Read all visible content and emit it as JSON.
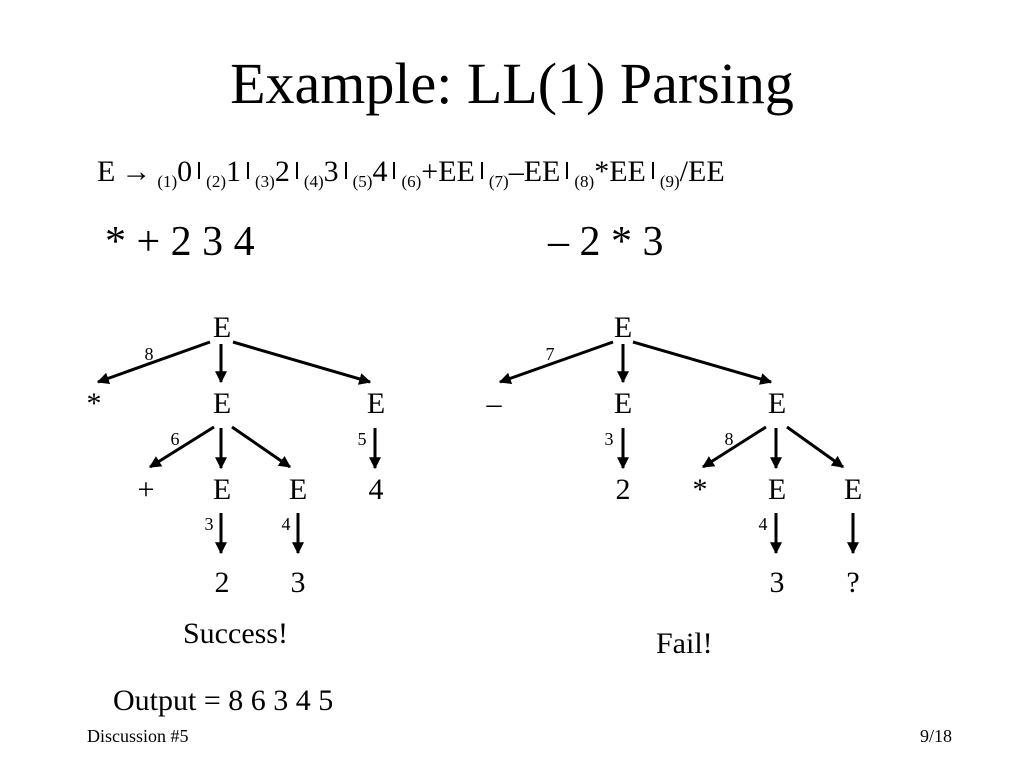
{
  "title": "Example: LL(1) Parsing",
  "grammar": {
    "lhs": "E",
    "arrow": "→",
    "productions": [
      {
        "num": "(1)",
        "rhs": "0"
      },
      {
        "num": "(2)",
        "rhs": "1"
      },
      {
        "num": "(3)",
        "rhs": "2"
      },
      {
        "num": "(4)",
        "rhs": "3"
      },
      {
        "num": "(5)",
        "rhs": "4"
      },
      {
        "num": "(6)",
        "rhs": "+EE"
      },
      {
        "num": "(7)",
        "rhs": "–EE"
      },
      {
        "num": "(8)",
        "rhs": "*EE"
      },
      {
        "num": "(9)",
        "rhs": "/EE"
      }
    ]
  },
  "inputs": {
    "left": "* + 2 3 4",
    "right": "– 2 * 3"
  },
  "trees": {
    "left": {
      "nodes": [
        "E",
        "*",
        "E",
        "E",
        "+",
        "E",
        "E",
        "4",
        "2",
        "3"
      ],
      "rule_labels": [
        "8",
        "6",
        "5",
        "3",
        "4"
      ],
      "result": "Success!"
    },
    "right": {
      "nodes": [
        "E",
        "–",
        "E",
        "E",
        "2",
        "*",
        "E",
        "E",
        "3",
        "?"
      ],
      "rule_labels": [
        "7",
        "3",
        "8",
        "4"
      ],
      "result": "Fail!"
    }
  },
  "output": "Output = 8 6 3 4 5",
  "footer": {
    "left": "Discussion #5",
    "right": "9/18"
  }
}
